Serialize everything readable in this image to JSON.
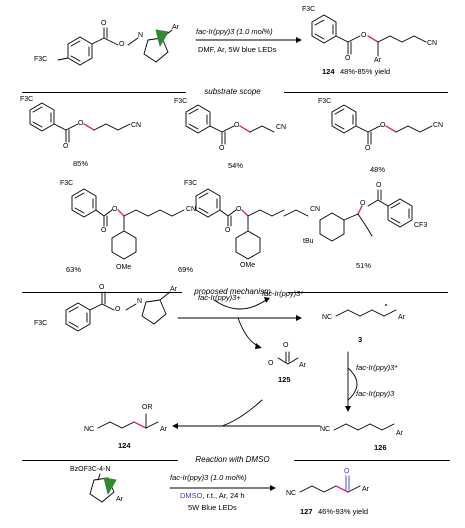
{
  "scheme": {
    "top": {
      "reactant_left_label": "F3C",
      "reactant_n_label": "N",
      "reactant_o_label": "O",
      "reactant_ar_label": "Ar",
      "reactant_carbonyl_o": "O",
      "catalyst": "fac-Ir(ppy)3 (1.0 mol%)",
      "conditions": "DMF, Ar, 5W blue LEDs",
      "product_cf3": "F3C",
      "product_cn": "CN",
      "product_ar": "Ar",
      "product_o": "O",
      "product_carbonyl_o": "O",
      "product_number": "124",
      "product_yield": "48%-85% yield"
    },
    "section_scope": "substrate scope",
    "scope_row1": [
      {
        "cf3": "F3C",
        "o": "O",
        "carbonyl": "O",
        "cn": "CN",
        "yield": "85%"
      },
      {
        "cf3": "F3C",
        "o": "O",
        "carbonyl": "O",
        "cn": "CN",
        "yield": "54%"
      },
      {
        "cf3": "F3C",
        "o": "O",
        "carbonyl": "O",
        "cn": "CN",
        "yield": "48%"
      }
    ],
    "scope_row2": [
      {
        "cf3": "F3C",
        "o": "O",
        "carbonyl": "O",
        "cn": "CN",
        "ome": "OMe",
        "yield": "63%"
      },
      {
        "cf3": "F3C",
        "o": "O",
        "carbonyl": "O",
        "cn": "CN",
        "ome": "OMe",
        "yield": "69%"
      },
      {
        "tbu": "tBu",
        "o": "O",
        "carbonyl": "O",
        "cf3": "CF3",
        "yield": "51%"
      }
    ],
    "section_mechanism": "proposed mechanism",
    "mechanism": {
      "sm_cf3": "F3C",
      "sm_n": "N",
      "sm_o": "O",
      "sm_carbonyl": "O",
      "sm_ar": "Ar",
      "ir_iv": "fac-Ir(ppy)3+",
      "ir_iii_star": "fac-Ir(ppy)3*",
      "ir_iii_star2": "fac-Ir(ppy)3*",
      "ir_iii": "fac-Ir(ppy)3",
      "radical_nc": "NC",
      "radical_ar": "Ar",
      "radical_label": "3",
      "carboxylate_o": "O",
      "carboxylate_ominus": "O",
      "carboxylate_ar": "Ar",
      "carboxylate_label": "125",
      "cation_nc": "NC",
      "cation_ar": "Ar",
      "cation_label": "126",
      "product_nc": "NC",
      "product_or": "OR",
      "product_ar": "Ar",
      "product_label": "124"
    },
    "section_dmso": "Reaction with DMSO",
    "dmso": {
      "sm_label": "BzOF3C-4-N",
      "sm_ar": "Ar",
      "catalyst": "fac-Ir(ppy)3 (1.0 mol%)",
      "dmso_word": "DMSO",
      "conditions_rest": ", r.t., Ar, 24 h",
      "leds": "5W Blue LEDs",
      "product_nc": "NC",
      "product_o": "O",
      "product_ar": "Ar",
      "product_label": "127",
      "product_yield": "46%-93% yield"
    },
    "colors": {
      "accent_bond": "#e0287d",
      "dmso_blue": "#3b3bd6",
      "alkene_green": "#2e8b2e"
    }
  }
}
